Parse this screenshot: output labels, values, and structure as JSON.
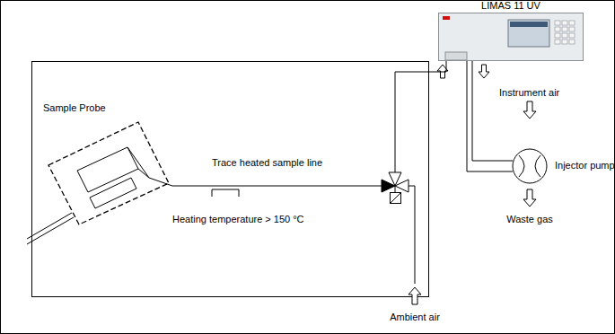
{
  "diagram": {
    "nodes": [
      {
        "text": [
          "Sample Probe"
        ]
      },
      {
        "text": [
          "LIMAS 11 UV"
        ]
      },
      {
        "text": [
          "Injector pump"
        ]
      }
    ],
    "edges": [
      {
        "from": 0,
        "to": 1,
        "arrow": "none"
      },
      {
        "from": 1,
        "to": 2,
        "arrow": "none"
      }
    ],
    "labels": [
      "Trace heated sample line",
      "Heating temperature > 150 °C",
      "Instrument air",
      "Waste gas",
      "Ambient air"
    ]
  }
}
